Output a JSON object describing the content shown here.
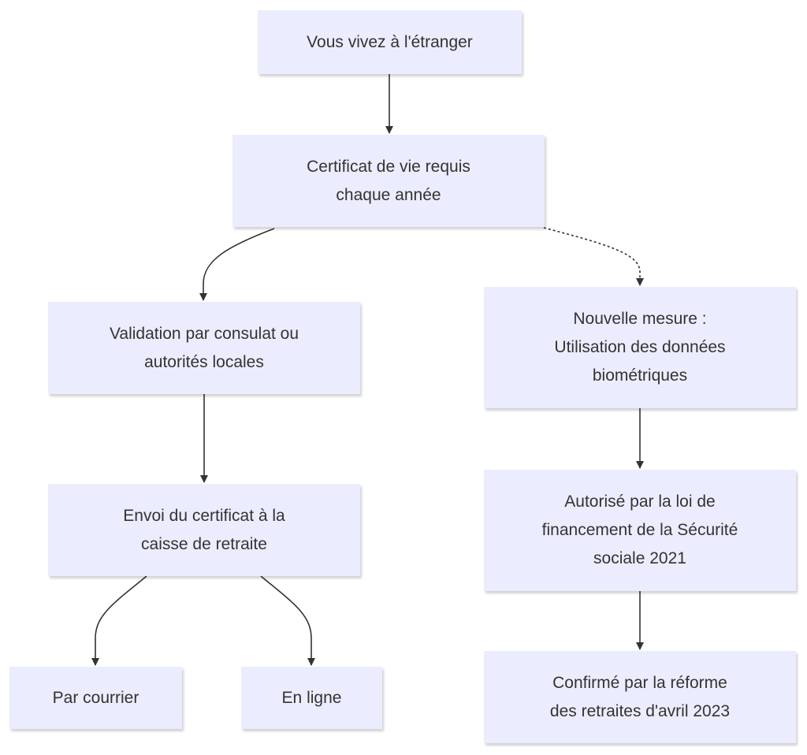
{
  "diagram": {
    "nodes": {
      "a": {
        "label": "Vous vivez à l'étranger"
      },
      "b": {
        "label": "Certificat de vie requis\nchaque année"
      },
      "c": {
        "label": "Validation par consulat ou\nautorités locales"
      },
      "d": {
        "label": "Nouvelle mesure :\nUtilisation des données\nbiométriques"
      },
      "e": {
        "label": "Envoi du certificat à la\ncaisse de retraite"
      },
      "f": {
        "label": "Autorisé par la loi de\nfinancement de la Sécurité\nsociale 2021"
      },
      "g": {
        "label": "Par courrier"
      },
      "h": {
        "label": "En ligne"
      },
      "i": {
        "label": "Confirmé par la réforme\ndes retraites d'avril 2023"
      }
    },
    "edges": [
      {
        "from": "a",
        "to": "b",
        "style": "solid"
      },
      {
        "from": "b",
        "to": "c",
        "style": "solid"
      },
      {
        "from": "b",
        "to": "d",
        "style": "dotted"
      },
      {
        "from": "c",
        "to": "e",
        "style": "solid"
      },
      {
        "from": "d",
        "to": "f",
        "style": "solid"
      },
      {
        "from": "e",
        "to": "g",
        "style": "solid"
      },
      {
        "from": "e",
        "to": "h",
        "style": "solid"
      },
      {
        "from": "f",
        "to": "i",
        "style": "solid"
      }
    ],
    "colors": {
      "node_fill": "#ECECFF",
      "edge": "#333333",
      "text": "#333333"
    }
  }
}
